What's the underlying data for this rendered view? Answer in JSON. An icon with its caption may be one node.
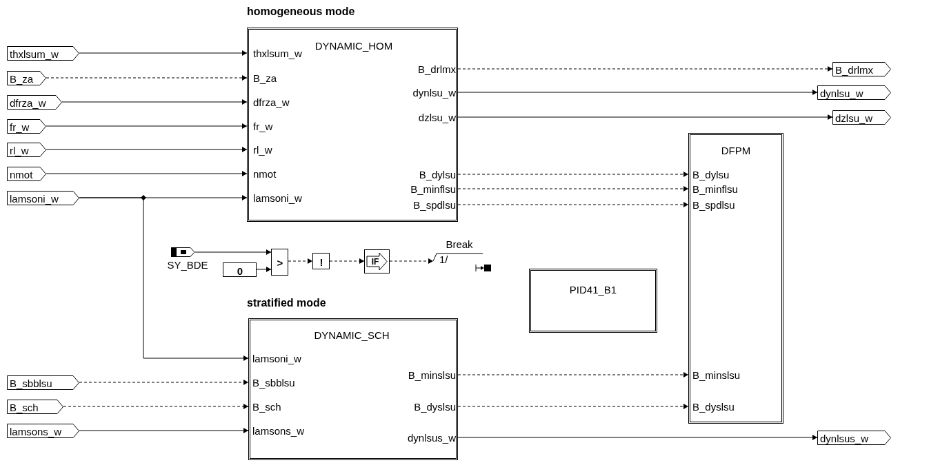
{
  "diagram": {
    "nodes": [
      {
        "text": [
          "thxlsum_w"
        ]
      },
      {
        "text": [
          "B_za"
        ]
      },
      {
        "text": [
          "dfrza_w"
        ]
      },
      {
        "text": [
          "fr_w"
        ]
      },
      {
        "text": [
          "rl_w"
        ]
      },
      {
        "text": [
          "nmot"
        ]
      },
      {
        "text": [
          "lamsoni_w"
        ]
      },
      {
        "text": [
          "DYNAMIC_HOM",
          "thxlsum_w",
          "B_za",
          "dfrza_w",
          "fr_w",
          "rl_w",
          "nmot",
          "lamsoni_w",
          "B_drlmx",
          "dynlsu_w",
          "dzlsu_w",
          "B_dylsu",
          "B_minflsu",
          "B_spdlsu"
        ],
        "beside": [
          "homogeneous mode"
        ]
      },
      {
        "text": [
          "B_drlmx"
        ]
      },
      {
        "text": [
          "dynlsu_w"
        ]
      },
      {
        "text": [
          "dzlsu_w"
        ]
      },
      {
        "text": [
          "DFPM",
          "B_dylsu",
          "B_minflsu",
          "B_spdlsu",
          "B_minslsu",
          "B_dyslsu"
        ]
      },
      {
        "text": [
          "SY_BDE"
        ]
      },
      {
        "text": [
          "0"
        ]
      },
      {
        "text": [
          ">"
        ]
      },
      {
        "text": [
          "!"
        ]
      },
      {
        "text": [
          "IF"
        ]
      },
      {
        "text": [
          "Break",
          "1/"
        ]
      },
      {
        "text": [
          "PID41_B1"
        ]
      },
      {
        "text": [
          "DYNAMIC_SCH",
          "lamsoni_w",
          "B_sbblsu",
          "B_sch",
          "lamsons_w",
          "B_minslsu",
          "B_dyslsu",
          "dynlsus_w"
        ],
        "beside": [
          "stratified mode"
        ]
      },
      {
        "text": [
          "B_sbblsu"
        ]
      },
      {
        "text": [
          "B_sch"
        ]
      },
      {
        "text": [
          "lamsons_w"
        ]
      },
      {
        "text": [
          "dynlsus_w"
        ]
      }
    ],
    "edges": [
      {
        "from": 0,
        "to": 7,
        "arrow": "to"
      },
      {
        "from": 1,
        "to": 7,
        "arrow": "to",
        "style": "dashed"
      },
      {
        "from": 2,
        "to": 7,
        "arrow": "to"
      },
      {
        "from": 3,
        "to": 7,
        "arrow": "to"
      },
      {
        "from": 4,
        "to": 7,
        "arrow": "to"
      },
      {
        "from": 5,
        "to": 7,
        "arrow": "to"
      },
      {
        "from": 6,
        "to": 7,
        "arrow": "to"
      },
      {
        "from": 6,
        "to": 19,
        "arrow": "to"
      },
      {
        "from": 7,
        "to": 8,
        "arrow": "to",
        "style": "dashed"
      },
      {
        "from": 7,
        "to": 9,
        "arrow": "to"
      },
      {
        "from": 7,
        "to": 10,
        "arrow": "to"
      },
      {
        "from": 7,
        "to": 11,
        "arrow": "to",
        "style": "dashed"
      },
      {
        "from": 7,
        "to": 11,
        "arrow": "to",
        "style": "dashed"
      },
      {
        "from": 7,
        "to": 11,
        "arrow": "to",
        "style": "dashed"
      },
      {
        "from": 12,
        "to": 14,
        "arrow": "to"
      },
      {
        "from": 13,
        "to": 14,
        "arrow": "to"
      },
      {
        "from": 14,
        "to": 15,
        "arrow": "to",
        "style": "dashed"
      },
      {
        "from": 15,
        "to": 16,
        "arrow": "to",
        "style": "dashed"
      },
      {
        "from": 16,
        "to": 17,
        "arrow": "to",
        "style": "dashed"
      },
      {
        "from": 20,
        "to": 19,
        "arrow": "to",
        "style": "dashed"
      },
      {
        "from": 21,
        "to": 19,
        "arrow": "to",
        "style": "dashed"
      },
      {
        "from": 22,
        "to": 19,
        "arrow": "to"
      },
      {
        "from": 19,
        "to": 11,
        "arrow": "to",
        "style": "dashed"
      },
      {
        "from": 19,
        "to": 11,
        "arrow": "to",
        "style": "dashed"
      },
      {
        "from": 19,
        "to": 23,
        "arrow": "to"
      }
    ]
  }
}
